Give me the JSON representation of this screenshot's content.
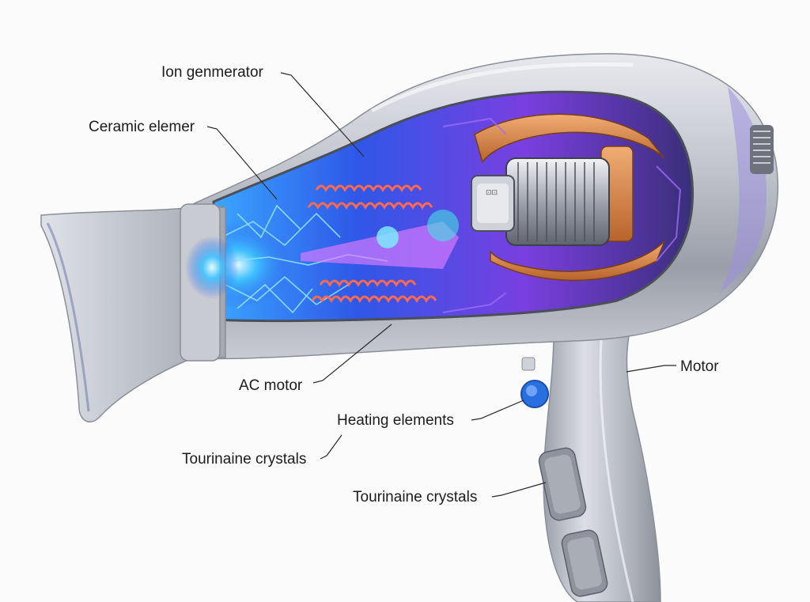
{
  "diagram": {
    "labels": {
      "ion_generator": "Ion genmerator",
      "ceramic_element": "Ceramic elemer",
      "ac_motor": "AC motor",
      "motor": "Motor",
      "heating_elements": "Heating elements",
      "tourmaline_crystals_1": "Tourinaine crystals",
      "tourmaline_crystals_2": "Tourinaine crystals"
    },
    "colors": {
      "body": "#b9bcc4",
      "body_dark": "#7d818b",
      "interior_blue": "#2f57e8",
      "interior_purple": "#9a4ff0",
      "copper": "#d8884e",
      "heating_coil": "#ff6a4d",
      "ion_glow": "#3fc4ff",
      "button_blue": "#2a6fe0",
      "leader_line": "#2a2a2e"
    }
  }
}
